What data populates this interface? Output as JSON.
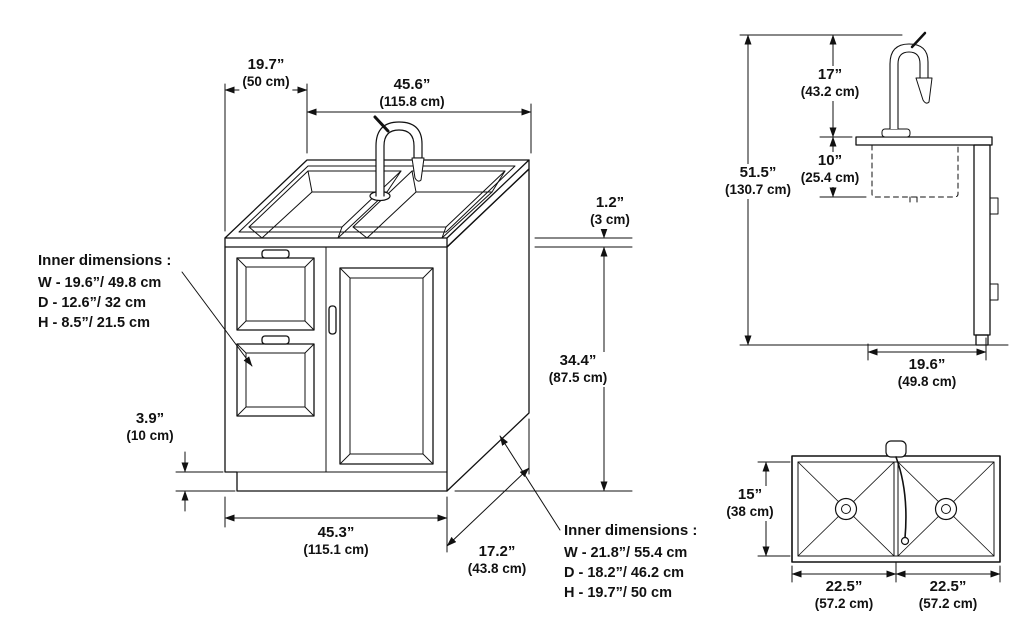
{
  "figure": {
    "description": "Sink cabinet dimension drawing with perspective view, side view and top view"
  },
  "main_view": {
    "dims": {
      "top_depth": {
        "in": "19.7”",
        "cm": "(50 cm)"
      },
      "top_width": {
        "in": "45.6”",
        "cm": "(115.8 cm)"
      },
      "counter_thickness": {
        "in": "1.2”",
        "cm": "(3 cm)"
      },
      "cabinet_height": {
        "in": "34.4”",
        "cm": "(87.5 cm)"
      },
      "toe_kick_height": {
        "in": "3.9”",
        "cm": "(10 cm)"
      },
      "bottom_width": {
        "in": "45.3”",
        "cm": "(115.1 cm)"
      },
      "bottom_depth": {
        "in": "17.2”",
        "cm": "(43.8 cm)"
      }
    },
    "drawer_inner_dims": {
      "heading": "Inner dimensions :",
      "w_label": "W",
      "w_value": "- 19.6”/ 49.8 cm",
      "d_label": "D",
      "d_value": "- 12.6”/ 32 cm",
      "h_label": "H",
      "h_value": "- 8.5”/ 21.5 cm"
    },
    "cabinet_inner_dims": {
      "heading": "Inner dimensions :",
      "w_label": "W",
      "w_value": "- 21.8”/ 55.4 cm",
      "d_label": "D",
      "d_value": "- 18.2”/ 46.2 cm",
      "h_label": "H",
      "h_value": "- 19.7”/ 50 cm"
    }
  },
  "side_view": {
    "dims": {
      "faucet_height": {
        "in": "17”",
        "cm": "(43.2 cm)"
      },
      "basin_depth": {
        "in": "10”",
        "cm": "(25.4 cm)"
      },
      "total_height": {
        "in": "51.5”",
        "cm": "(130.7 cm)"
      },
      "base_depth": {
        "in": "19.6”",
        "cm": "(49.8 cm)"
      }
    }
  },
  "top_view": {
    "dims": {
      "basin_front_to_back": {
        "in": "15”",
        "cm": "(38 cm)"
      },
      "left_basin_width": {
        "in": "22.5”",
        "cm": "(57.2 cm)"
      },
      "right_basin_width": {
        "in": "22.5”",
        "cm": "(57.2 cm)"
      }
    }
  }
}
